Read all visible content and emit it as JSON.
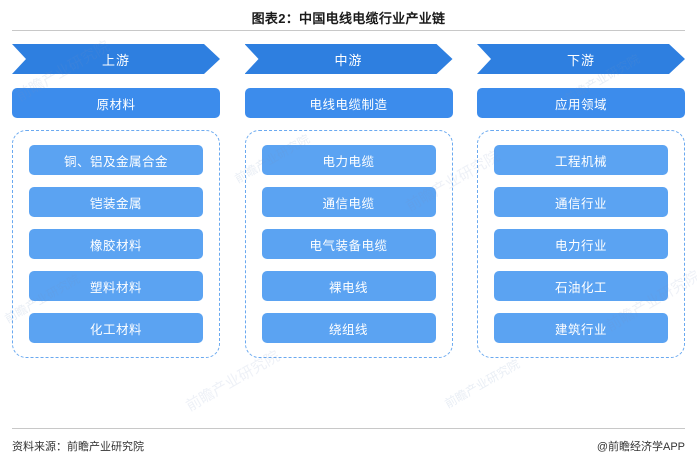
{
  "title": "图表2：中国电线电缆行业产业链",
  "footer": {
    "source": "资料来源：前瞻产业研究院",
    "account": "@前瞻经济学APP"
  },
  "watermark": "前瞻产业研究院",
  "colors": {
    "banner": "#2e7fe0",
    "category": "#3c8cec",
    "item": "#5ba3f2",
    "dashed_border": "#6aa9f0"
  },
  "columns": [
    {
      "banner": "上游",
      "category": "原材料",
      "items": [
        "铜、铝及金属合金",
        "铠装金属",
        "橡胶材料",
        "塑料材料",
        "化工材料"
      ]
    },
    {
      "banner": "中游",
      "category": "电线电缆制造",
      "items": [
        "电力电缆",
        "通信电缆",
        "电气装备电缆",
        "裸电线",
        "绕组线"
      ]
    },
    {
      "banner": "下游",
      "category": "应用领域",
      "items": [
        "工程机械",
        "通信行业",
        "电力行业",
        "石油化工",
        "建筑行业"
      ]
    }
  ]
}
